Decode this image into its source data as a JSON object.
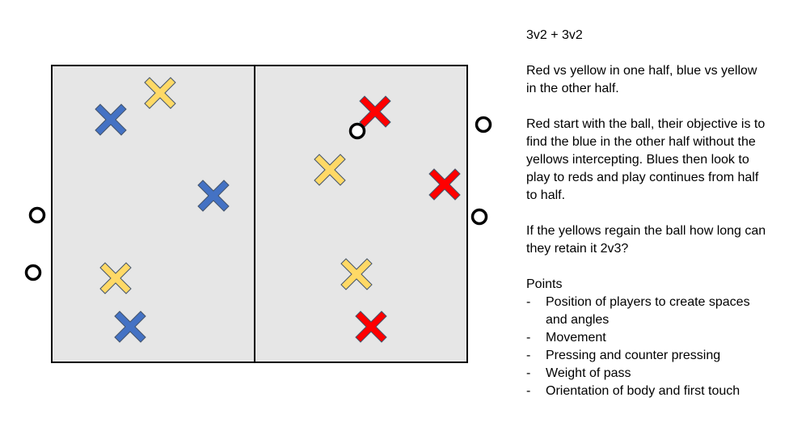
{
  "diagram": {
    "colors": {
      "pitch": "#e6e6e6",
      "blue": "#4472c4",
      "yellow": "#ffd966",
      "red": "#ff0000",
      "outline": "#44546a"
    },
    "players": [
      {
        "team": "blue",
        "half": "left"
      },
      {
        "team": "yellow",
        "half": "left"
      },
      {
        "team": "blue",
        "half": "left"
      },
      {
        "team": "yellow",
        "half": "left"
      },
      {
        "team": "blue",
        "half": "left"
      },
      {
        "team": "red",
        "half": "right"
      },
      {
        "team": "yellow",
        "half": "right"
      },
      {
        "team": "red",
        "half": "right"
      },
      {
        "team": "yellow",
        "half": "right"
      },
      {
        "team": "red",
        "half": "right"
      }
    ],
    "cones": 5
  },
  "notes": {
    "title": "3v2 + 3v2",
    "para1": "Red vs yellow in one half, blue vs yellow in the other half.",
    "para2": "Red start with the ball, their objective is to find the blue in the other half without the yellows intercepting. Blues then look to play to reds and play continues from half to half.",
    "para3": "If the yellows regain the ball how long can they retain it 2v3?",
    "points_heading": "Points",
    "points": [
      "Position of players to create spaces and angles",
      "Movement",
      "Pressing and counter pressing",
      "Weight of pass",
      "Orientation of body and first touch"
    ],
    "bullet": "-"
  }
}
